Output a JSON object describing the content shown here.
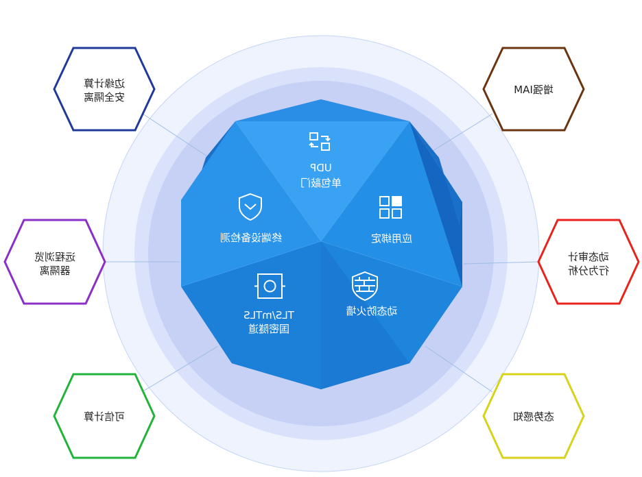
{
  "center": {
    "segments": [
      {
        "id": "udp",
        "icon": "swap-arrows-icon",
        "lines": [
          "UDP",
          "单包敲门"
        ]
      },
      {
        "id": "app",
        "icon": "grid-apps-icon",
        "lines": [
          "应用绑定"
        ]
      },
      {
        "id": "firewall",
        "icon": "firewall-shield-icon",
        "lines": [
          "动态防火墙"
        ]
      },
      {
        "id": "tls",
        "icon": "tunnel-icon",
        "lines": [
          "TLS/mTLS",
          "国密隧道"
        ]
      },
      {
        "id": "device",
        "icon": "shield-check-icon",
        "lines": [
          "终端设备检测"
        ]
      }
    ]
  },
  "features": [
    {
      "id": "edge",
      "lines": [
        "边缘计算",
        "安全隔离"
      ],
      "color": "#1f3a9a"
    },
    {
      "id": "iam",
      "lines": [
        "增强IAM"
      ],
      "color": "#6b3410"
    },
    {
      "id": "browser",
      "lines": [
        "远程浏览",
        "器隔离"
      ],
      "color": "#8b2fc9"
    },
    {
      "id": "audit",
      "lines": [
        "动态审计",
        "行为分析"
      ],
      "color": "#e8231c"
    },
    {
      "id": "trusted",
      "lines": [
        "可信计算"
      ],
      "color": "#22b33a"
    },
    {
      "id": "situation",
      "lines": [
        "态势感知"
      ],
      "color": "#d7d21a"
    }
  ],
  "colors": {
    "outer_ring": "#eef3fe",
    "middle_ring": "#dae2fb",
    "inner_ring": "#c7d0f5",
    "poly_dark": "#1566c0",
    "poly_mid": "#1e85dc",
    "poly_light": "#3aa2f2"
  }
}
